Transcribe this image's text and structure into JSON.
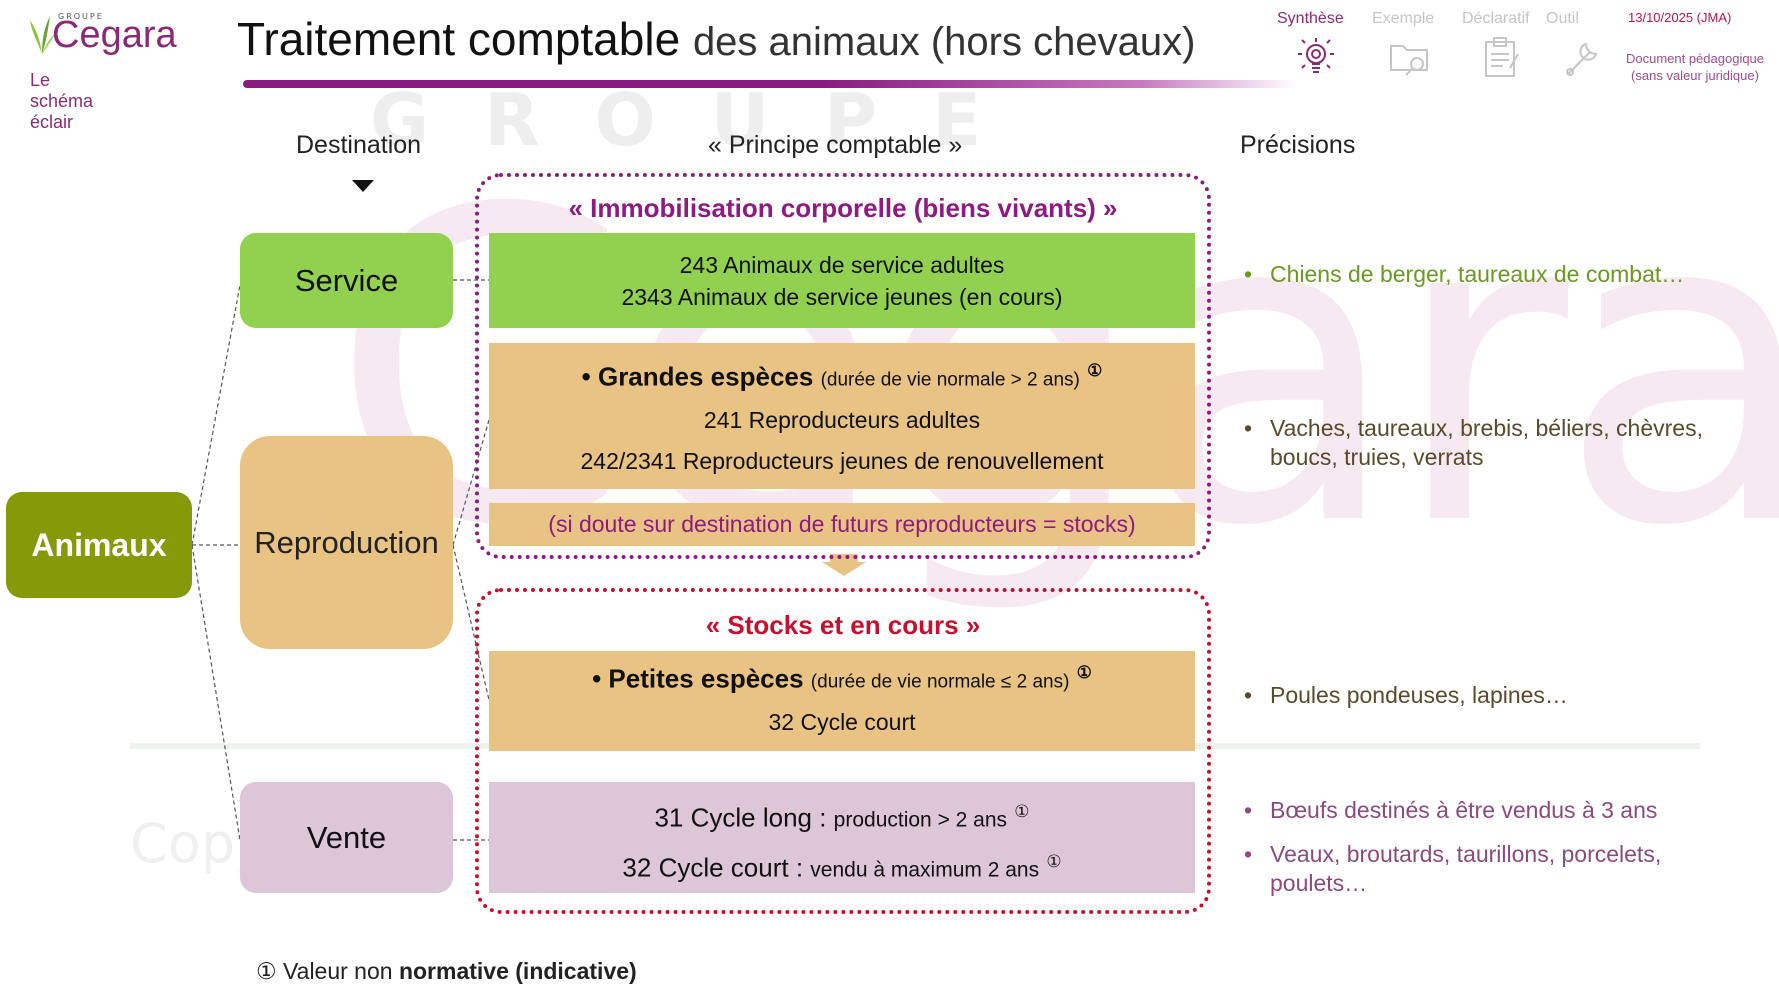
{
  "header": {
    "logo_groupe": "GROUPE",
    "logo_name": "Cegara",
    "logo_subtitle": "Le schéma éclair",
    "title_main": "Traitement comptable",
    "title_sub": "des animaux (hors chevaux)",
    "nav": [
      {
        "label": "Synthèse",
        "icon": "lightbulb-icon",
        "active": true
      },
      {
        "label": "Exemple",
        "icon": "folder-search-icon",
        "active": false
      },
      {
        "label": "Déclaratif",
        "icon": "clipboard-icon",
        "active": false
      },
      {
        "label": "Outil",
        "icon": "wrench-icon",
        "active": false
      }
    ],
    "date": "13/10/2025 (JMA)",
    "disclaimer_line1": "Document pédagogique",
    "disclaimer_line2": "(sans valeur juridique)"
  },
  "watermark": {
    "groupe": "GROUPE",
    "name": "Cegara",
    "copy": "Copyr"
  },
  "columns": {
    "destination": "Destination",
    "principe": "« Principe comptable »",
    "precisions": "Précisions"
  },
  "nodes": {
    "animaux": "Animaux",
    "service": "Service",
    "reproduction": "Reproduction",
    "vente": "Vente"
  },
  "immobilisation": {
    "title": "« Immobilisation corporelle (biens vivants) »",
    "service_line1": "243 Animaux de service adultes",
    "service_line2": "2343 Animaux de service jeunes (en cours)",
    "grandes_label": "Grandes espèces",
    "grandes_note": "(durée de vie normale > 2 ans)",
    "grandes_mark": "①",
    "grandes_line1": "241 Reproducteurs adultes",
    "grandes_line2": "242/2341 Reproducteurs jeunes de renouvellement",
    "doute": "(si doute sur destination de futurs reproducteurs = stocks)"
  },
  "stocks": {
    "title": "« Stocks et en cours »",
    "petites_label": "Petites espèces",
    "petites_note": "(durée de vie normale ≤ 2 ans)",
    "petites_mark": "①",
    "petites_line1": "32 Cycle court",
    "vente_line1_main": "31 Cycle long :",
    "vente_line1_note": "production > 2 ans",
    "vente_line1_mark": "①",
    "vente_line2_main": "32 Cycle court :",
    "vente_line2_note": "vendu à maximum 2 ans",
    "vente_line2_mark": "①"
  },
  "precisions": {
    "service": "Chiens de berger, taureaux de combat…",
    "grandes": "Vaches, taureaux, brebis, béliers, chèvres, boucs, truies, verrats",
    "petites": "Poules pondeuses, lapines…",
    "vente1": "Bœufs destinés à être vendus à 3 ans",
    "vente2": "Veaux, broutards, taurillons, porcelets, poulets…"
  },
  "footnote": {
    "mark": "①",
    "text": "Valeur non",
    "bold": "normative (indicative)"
  },
  "colors": {
    "brand": "#8a2a76",
    "animaux": "#859a08",
    "service": "#92d050",
    "reproduction": "#e8c384",
    "vente": "#dcc6d7",
    "immo_border": "#8e1a82",
    "stock_border": "#c8102e"
  }
}
